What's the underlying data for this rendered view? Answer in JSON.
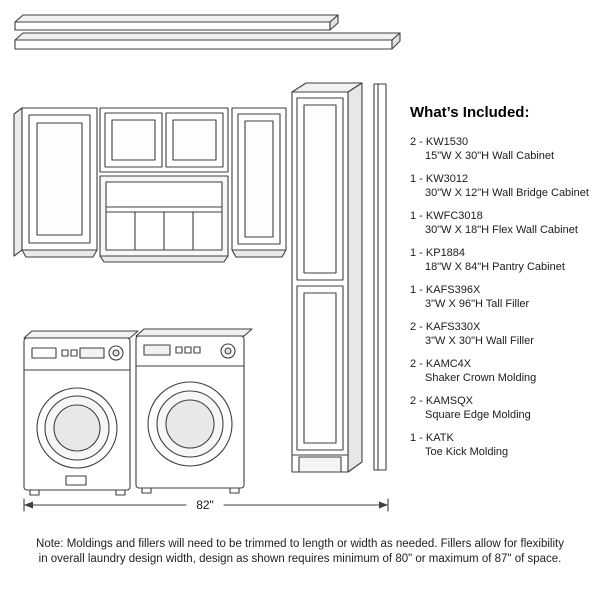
{
  "included": {
    "title": "What’s Included:",
    "items": [
      {
        "line1": "2 - KW1530",
        "line2": "15\"W X 30\"H Wall Cabinet"
      },
      {
        "line1": "1 - KW3012",
        "line2": "30\"W X 12\"H Wall Bridge Cabinet"
      },
      {
        "line1": "1 - KWFC3018",
        "line2": "30\"W X 18\"H Flex Wall Cabinet"
      },
      {
        "line1": "1 - KP1884",
        "line2": "18\"W X 84\"H Pantry Cabinet"
      },
      {
        "line1": "1 - KAFS396X",
        "line2": "3\"W X 96\"H Tall Filler"
      },
      {
        "line1": "2 - KAFS330X",
        "line2": "3\"W X 30\"H Wall Filler"
      },
      {
        "line1": "2 - KAMC4X",
        "line2": "Shaker Crown Molding"
      },
      {
        "line1": "2 - KAMSQX",
        "line2": "Square Edge Molding"
      },
      {
        "line1": "1 - KATK",
        "line2": "Toe Kick Molding"
      }
    ]
  },
  "dimension_label": "82\"",
  "note": "Note: Moldings and fillers will need to be trimmed to length or width as needed. Fillers allow for flexibility in overall laundry design width, design as shown requires minimum of 80\" or maximum of 87\" of space.",
  "colors": {
    "line": "#3f3f3f",
    "shade": "#ececec",
    "text": "#1a1a1a"
  }
}
